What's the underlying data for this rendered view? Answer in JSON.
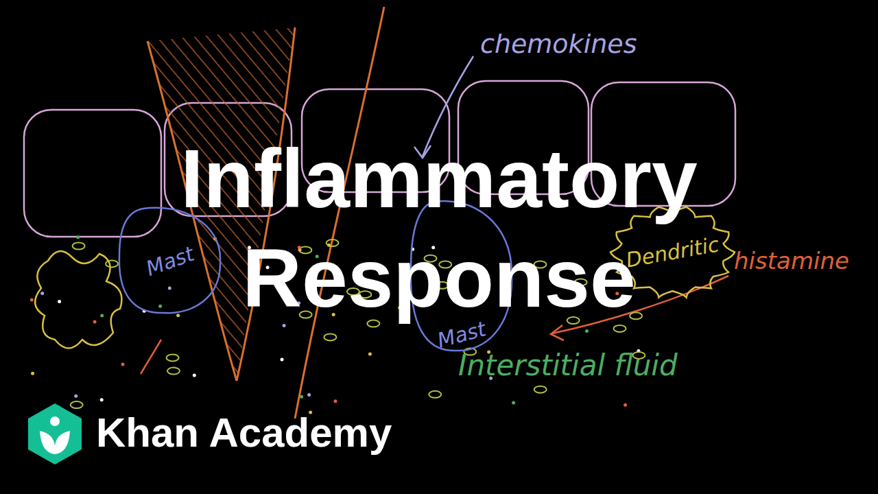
{
  "diagram": {
    "title": "Inflammatory Response",
    "nodes": [
      {
        "text": [
          "Mast"
        ]
      },
      {
        "text": [
          "Mast"
        ]
      },
      {
        "text": [
          "Dendritic"
        ]
      }
    ],
    "labels": [
      "chemokines",
      "histamine",
      "Interstitial fluid",
      "Khan Academy"
    ]
  }
}
